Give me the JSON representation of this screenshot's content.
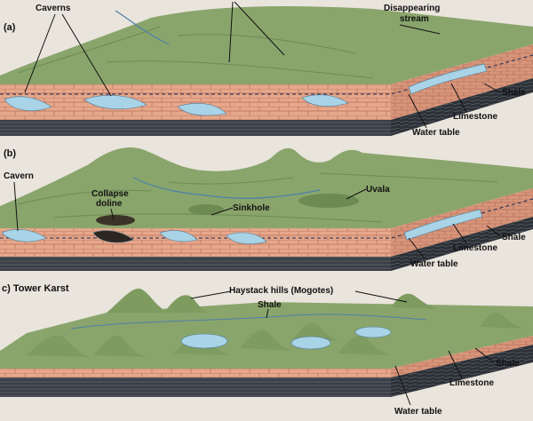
{
  "panels": [
    {
      "id": "a",
      "tag": "(a)",
      "labels": {
        "caverns": "Caverns",
        "disappearing_stream_1": "Disappearing",
        "disappearing_stream_2": "stream",
        "shale": "Shale",
        "limestone": "Limestone",
        "water_table": "Water table"
      }
    },
    {
      "id": "b",
      "tag": "(b)",
      "labels": {
        "cavern": "Cavern",
        "collapse_doline_1": "Collapse",
        "collapse_doline_2": "doline",
        "sinkhole": "Sinkhole",
        "uvala": "Uvala",
        "shale": "Shale",
        "limestone": "Limestone",
        "water_table": "Water table"
      }
    },
    {
      "id": "c",
      "tag": "c) Tower Karst",
      "labels": {
        "haystack_hills": "Haystack hills (Mogotes)",
        "shale_top": "Shale",
        "shale": "Shale",
        "limestone": "Limestone",
        "water_table": "Water table"
      }
    }
  ],
  "colors": {
    "surface": "#8aa56c",
    "surface_dark": "#6d8a52",
    "limestone": "#e6a78a",
    "limestone_line": "#b8705a",
    "shale": "#3a3f47",
    "shale_line": "#676c74",
    "cave_water": "#a9d3e6",
    "background": "#e9e4dc"
  }
}
